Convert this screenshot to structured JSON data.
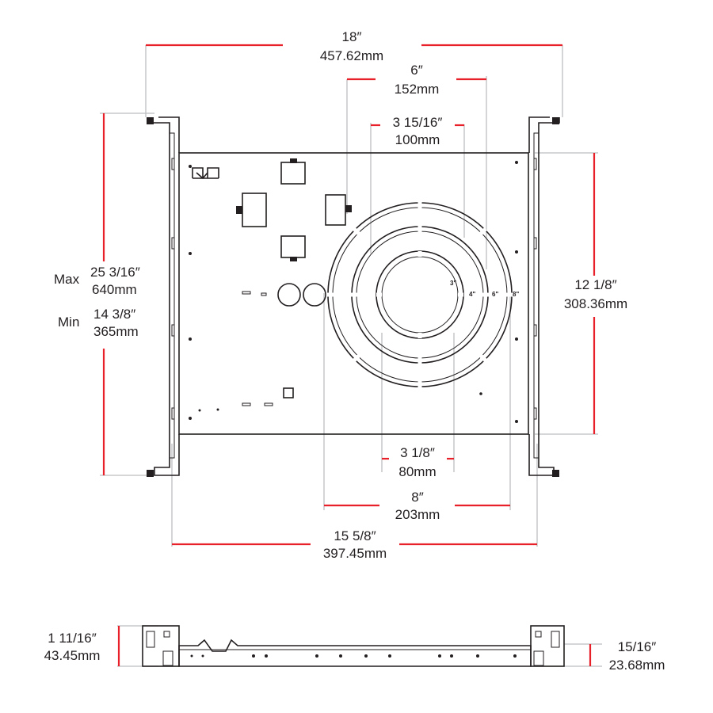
{
  "dimensions": {
    "overall_width": {
      "imperial": "18″",
      "metric": "457.62mm"
    },
    "aperture_6": {
      "imperial": "6″",
      "metric": "152mm"
    },
    "aperture_4": {
      "imperial": "3 15/16″",
      "metric": "100mm"
    },
    "aperture_3": {
      "imperial": "3 1/8″",
      "metric": "80mm"
    },
    "aperture_8": {
      "imperial": "8″",
      "metric": "203mm"
    },
    "plate_width": {
      "imperial": "15 5/8″",
      "metric": "397.45mm"
    },
    "plate_height": {
      "imperial": "12 1/8″",
      "metric": "308.36mm"
    },
    "bar_max": {
      "prefix": "Max",
      "imperial": "25 3/16″",
      "metric": "640mm"
    },
    "bar_min": {
      "prefix": "Min",
      "imperial": "14 3/8″",
      "metric": "365mm"
    },
    "side_height": {
      "imperial": "1 11/16″",
      "metric": "43.45mm"
    },
    "side_plate_height": {
      "imperial": "15/16″",
      "metric": "23.68mm"
    }
  },
  "ring_markers": [
    "3\"",
    "4\"",
    "6\"",
    "8\""
  ],
  "colors": {
    "dimension_line": "#e8202a",
    "extension_line": "#bcbec0",
    "part_outline": "#231f20"
  }
}
